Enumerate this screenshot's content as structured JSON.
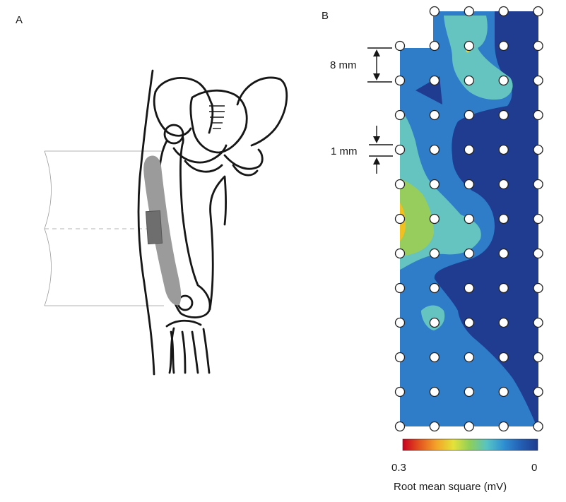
{
  "panels": {
    "a": {
      "label": "A"
    },
    "b": {
      "label": "B"
    }
  },
  "annotations": {
    "inter_electrode": "8 mm",
    "electrode_diameter": "1 mm"
  },
  "colorbar": {
    "max_label": "0.3",
    "min_label": "0",
    "title": "Root mean square (mV)",
    "max_value": 0.3,
    "min_value": 0,
    "stops": [
      "#c8001e",
      "#e2561e",
      "#f3a428",
      "#e4e23a",
      "#8ccf5c",
      "#56c3c5",
      "#2f8fd3",
      "#235fb4",
      "#1e3c8f"
    ]
  },
  "electrode_grid": {
    "rows": 13,
    "columns": 5,
    "missing": [
      [
        0,
        0
      ]
    ]
  },
  "colors": {
    "bone": "#9b9b9b",
    "outline": "#161616",
    "map_base": "#2f7dc8",
    "map_low": "#1f3c90",
    "map_mid": "#65c4c0",
    "map_high": "#96cd5c",
    "map_peak": "#f0c020"
  }
}
